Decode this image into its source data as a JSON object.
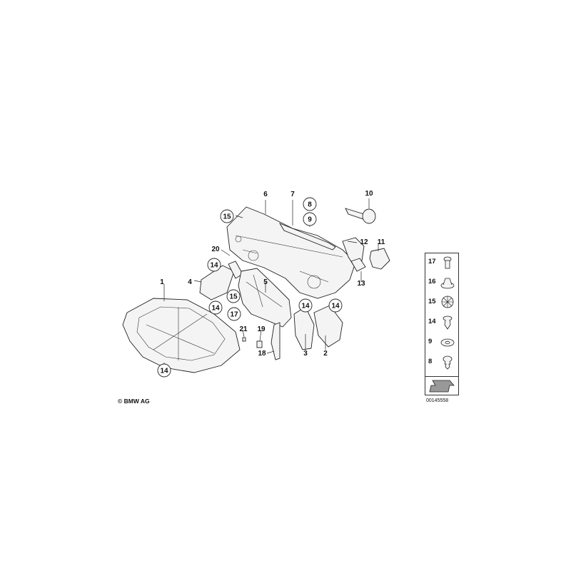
{
  "copyright": "© BMW AG",
  "doc_number": "00145558",
  "callouts": {
    "c1": "1",
    "c2": "2",
    "c3": "3",
    "c4": "4",
    "c5": "5",
    "c6": "6",
    "c7": "7",
    "c8": "8",
    "c9": "9",
    "c10": "10",
    "c11": "11",
    "c12": "12",
    "c13": "13",
    "c14a": "14",
    "c14b": "14",
    "c14c": "14",
    "c14d": "14",
    "c14e": "14",
    "c15a": "15",
    "c15b": "15",
    "c17": "17",
    "c18": "18",
    "c19": "19",
    "c20": "20",
    "c21": "21"
  },
  "legend": [
    {
      "num": "17",
      "icon": "push-rivet-icon"
    },
    {
      "num": "16",
      "icon": "round-plug-icon"
    },
    {
      "num": "15",
      "icon": "expanding-rivet-icon"
    },
    {
      "num": "14",
      "icon": "clip-icon"
    },
    {
      "num": "9",
      "icon": "washer-icon"
    },
    {
      "num": "8",
      "icon": "fir-tree-clip-icon"
    }
  ]
}
